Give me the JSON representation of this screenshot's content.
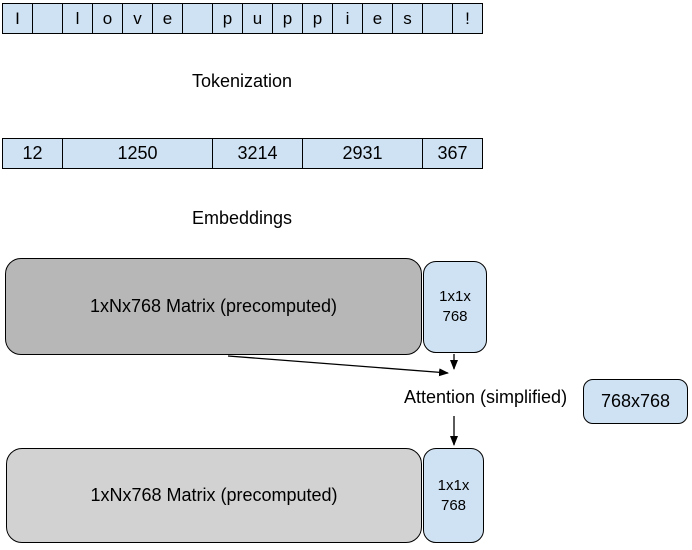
{
  "diagram": {
    "sentence_row": {
      "chars": [
        "I",
        "",
        "l",
        "o",
        "v",
        "e",
        "",
        "p",
        "u",
        "p",
        "p",
        "i",
        "e",
        "s",
        "",
        "!"
      ]
    },
    "tokenization_label": "Tokenization",
    "token_id_row": {
      "values": [
        "12",
        "1250",
        "3214",
        "2931",
        "367"
      ]
    },
    "embeddings_label": "Embeddings",
    "top_matrix_label": "1xNx768 Matrix (precomputed)",
    "top_query_box": {
      "line1": "1x1x",
      "line2": "768"
    },
    "attention_label": "Attention (simplified)",
    "weights_box_label": "768x768",
    "bottom_matrix_label": "1xNx768 Matrix (precomputed)",
    "bottom_query_box": {
      "line1": "1x1x",
      "line2": "768"
    },
    "colors": {
      "cell_blue": "#cfe2f3",
      "matrix_gray_dark": "#b7b7b7",
      "matrix_gray_light": "#d2d2d2",
      "border": "#000000"
    }
  }
}
